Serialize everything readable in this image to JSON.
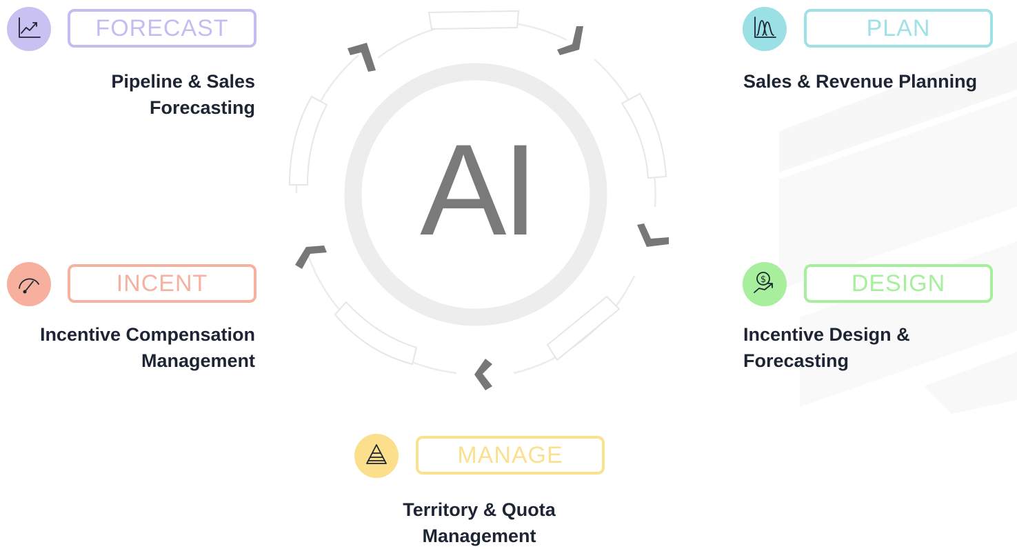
{
  "center_label": "AI",
  "modules": [
    {
      "key": "forecast",
      "tag": "FORECAST",
      "description_lines": [
        "Pipeline & Sales",
        "Forecasting"
      ],
      "icon": "line-chart-icon",
      "color": "#c4bdf0",
      "icon_bg": "#c9c1f2"
    },
    {
      "key": "plan",
      "tag": "PLAN",
      "description_lines": [
        "Sales & Revenue Planning"
      ],
      "icon": "distribution-chart-icon",
      "color": "#9fe1e6",
      "icon_bg": "#9be0e4"
    },
    {
      "key": "incent",
      "tag": "INCENT",
      "description_lines": [
        "Incentive Compensation",
        "Management"
      ],
      "icon": "gauge-icon",
      "color": "#f6b2a0",
      "icon_bg": "#f7b09e"
    },
    {
      "key": "design",
      "tag": "DESIGN",
      "description_lines": [
        "Incentive Design &",
        "Forecasting"
      ],
      "icon": "dollar-hand-icon",
      "color": "#a6ef9c",
      "icon_bg": "#a7ef9d"
    },
    {
      "key": "manage",
      "tag": "MANAGE",
      "description_lines": [
        "Territory & Quota",
        "Management"
      ],
      "icon": "pyramid-icon",
      "color": "#fbe08f",
      "icon_bg": "#fbdf8c"
    }
  ],
  "colors": {
    "ai_text": "#7a7a7a",
    "arrow": "#777777",
    "ring": "#ededed",
    "text": "#1d2433"
  }
}
